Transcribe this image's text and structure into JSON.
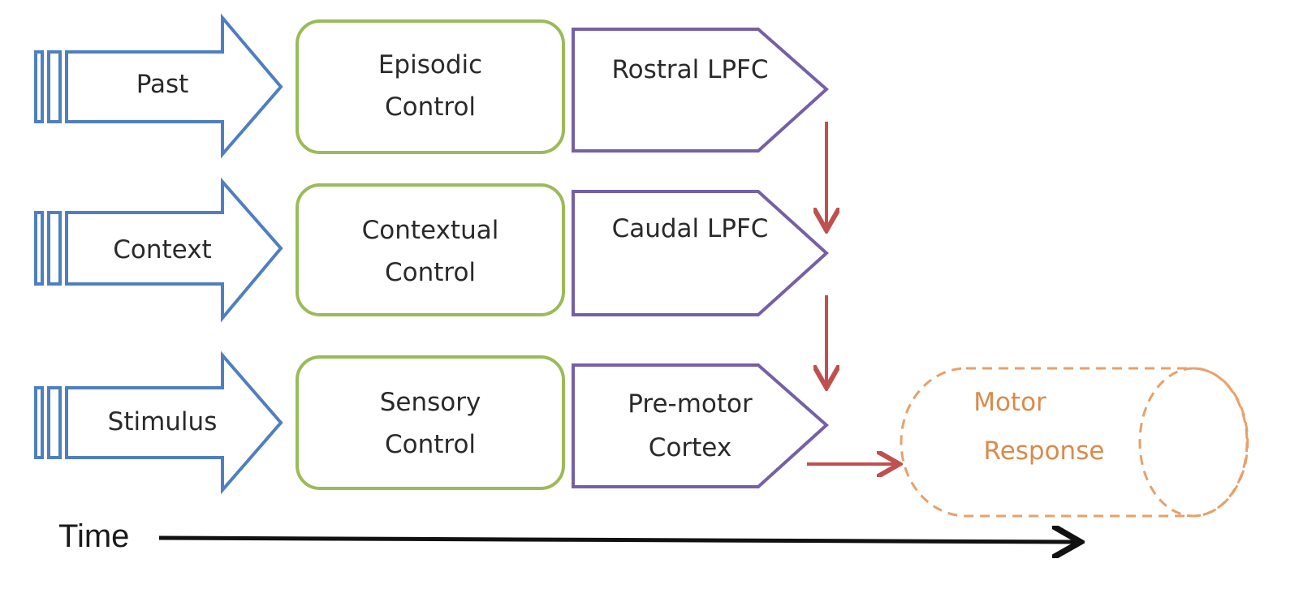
{
  "colors": {
    "input_arrow": "#4f7fbf",
    "control_box": "#9bbb59",
    "region_box": "#7560a6",
    "flow_arrow": "#c0504d",
    "motor_response": "#e8a06a",
    "time_axis": "#111111"
  },
  "rows": [
    {
      "input": "Past",
      "control": [
        "Episodic",
        "Control"
      ],
      "region": [
        "Rostral LPFC"
      ]
    },
    {
      "input": "Context",
      "control": [
        "Contextual",
        "Control"
      ],
      "region": [
        "Caudal LPFC"
      ]
    },
    {
      "input": "Stimulus",
      "control": [
        "Sensory",
        "Control"
      ],
      "region": [
        "Pre-motor",
        "Cortex"
      ]
    }
  ],
  "motor_response": [
    "Motor",
    "Response"
  ],
  "time_label": "Time"
}
